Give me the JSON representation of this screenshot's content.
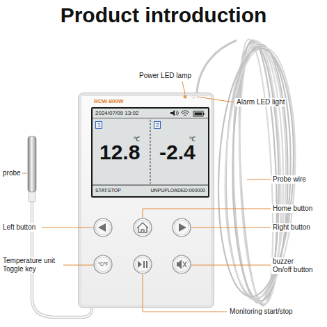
{
  "diagram": {
    "title": "Product introduction",
    "nodes": [
      {
        "text": [
          "RCW-800W"
        ]
      },
      {
        "text": [
          "2024/07/09 13:02",
          "1",
          "12.8",
          "℃",
          "2",
          "-2.4",
          "℃",
          "STAT:STOP",
          "UNPUPLOADED:000000"
        ],
        "in": 0
      }
    ],
    "labels": [
      "Power LED lamp",
      "Alarm LED light",
      "probe",
      "Probe wire",
      "Home button",
      "Left button",
      "Right button",
      "Temperature unit Toggle key",
      "buzzer On/off button",
      "Monitoring start/stop",
      "℃/℉"
    ]
  }
}
